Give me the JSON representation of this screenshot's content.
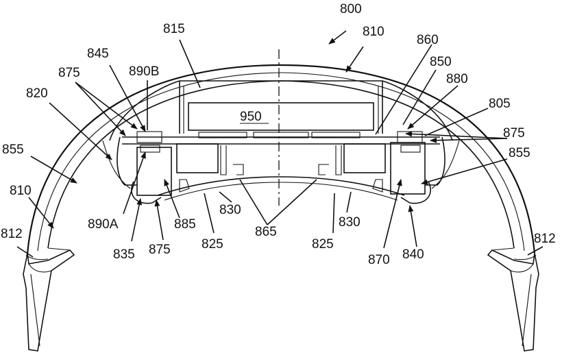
{
  "diagram": {
    "labels": {
      "l800": "800",
      "l810_top": "810",
      "l815": "815",
      "l845": "845",
      "l890b": "890B",
      "l875_left": "875",
      "l820": "820",
      "l855_left": "855",
      "l810_left": "810",
      "l812_left": "812",
      "l890a": "890A",
      "l835": "835",
      "l875_bottom": "875",
      "l885": "885",
      "l830_left": "830",
      "l825_left": "825",
      "l865": "865",
      "l825_right": "825",
      "l830_right": "830",
      "l870": "870",
      "l840": "840",
      "l812_right": "812",
      "l855_right": "855",
      "l875_right": "875",
      "l805": "805",
      "l880": "880",
      "l850": "850",
      "l860": "860",
      "l950": "950"
    }
  }
}
